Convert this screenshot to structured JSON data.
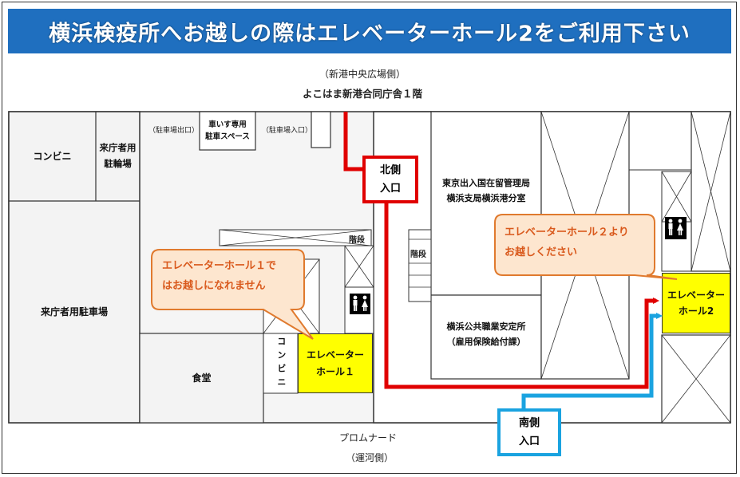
{
  "title": "横浜検疫所へお越しの際はエレベーターホール2をご利用下さい",
  "top_label_side": "（新港中央広場側）",
  "top_label_building": "よこはま新港合同庁舎１階",
  "bottom_label_promenade": "プロムナード",
  "bottom_label_side": "（運河側）",
  "rooms": {
    "convenience_store": "コンビニ",
    "bicycle_parking": "来庁者用\n駐輪場",
    "visitor_parking": "来庁者用駐車場",
    "cafeteria": "食堂",
    "parking_exit": "（駐車場出口）",
    "wheelchair_parking": "車いす専用\n駐車スペース",
    "parking_entrance": "（駐車場入口）",
    "immigration": "東京出入国在留管理局\n横浜支局横浜港分室",
    "employment_office": "横浜公共職業安定所\n（雇用保険給付課）",
    "stairs_1": "階段",
    "stairs_2": "階段",
    "convenience_vertical": "コンビニ",
    "elevator_hall_1": "エレベーター\nホール１",
    "elevator_hall_2": "エレベーター\nホール2"
  },
  "entrances": {
    "north": "北側\n入口",
    "south": "南側\n入口"
  },
  "callouts": {
    "hall1": "エレベーターホール１で\nはお越しになれません",
    "hall2": "エレベーターホール２より\nお越しください"
  },
  "colors": {
    "banner": "#1f6fbf",
    "north_route": "#e00000",
    "south_route": "#1aa3e0",
    "elevator_hall": "#ffff00",
    "callout_fill": "#fde6cf",
    "callout_border": "#e07a2e",
    "callout_text": "#d9591c"
  },
  "icons": [
    "restroom-icon",
    "restroom-icon"
  ]
}
